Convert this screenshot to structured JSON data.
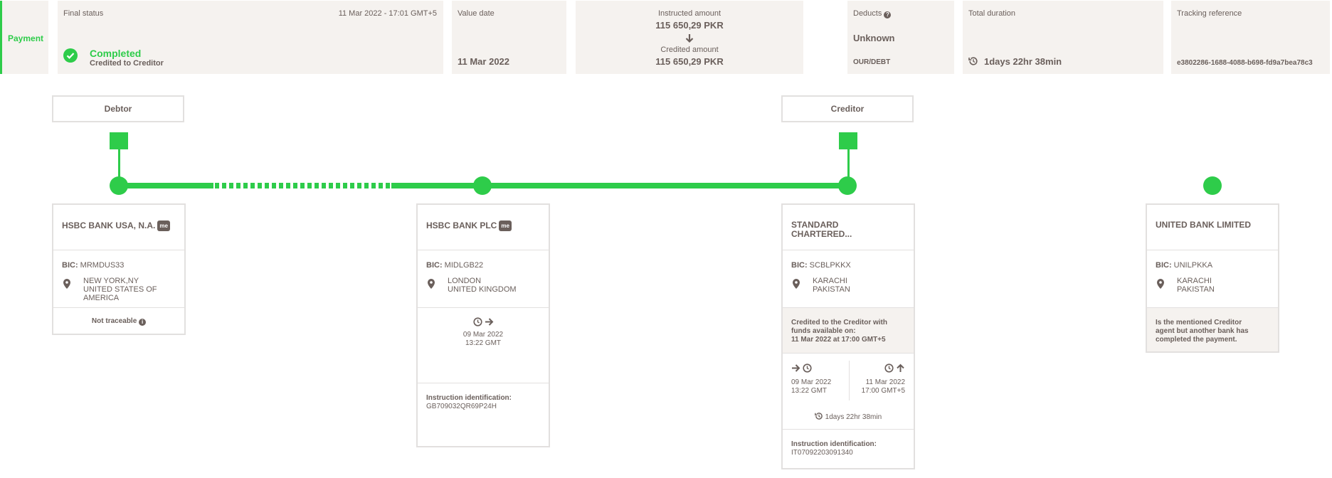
{
  "header": {
    "payment_tab": "Payment",
    "final_status": {
      "label": "Final status",
      "datetime": "11 Mar 2022 - 17:01 GMT+5",
      "status": "Completed",
      "sub": "Credited to Creditor"
    },
    "value_date": {
      "label": "Value date",
      "value": "11 Mar 2022"
    },
    "amounts": {
      "instructed_label": "Instructed amount",
      "instructed_value": "115 650,29 PKR",
      "credited_label": "Credited amount",
      "credited_value": "115 650,29 PKR"
    },
    "deducts": {
      "label": "Deducts",
      "value": "Unknown",
      "sub": "OUR/DEBT"
    },
    "duration": {
      "label": "Total duration",
      "value": "1days 22hr 38min"
    },
    "tracking": {
      "label": "Tracking reference",
      "value": "e3802286-1688-4088-b698-fd9a7bea78c3"
    }
  },
  "roles": {
    "debtor": "Debtor",
    "creditor": "Creditor"
  },
  "banks": [
    {
      "name": "HSBC BANK USA, N.A.",
      "badge": "me",
      "bic_label": "BIC:",
      "bic": "MRMDUS33",
      "address": [
        "NEW YORK,NY",
        "UNITED STATES OF",
        "AMERICA"
      ],
      "note": "Not traceable"
    },
    {
      "name": "HSBC BANK PLC",
      "badge": "me",
      "bic_label": "BIC:",
      "bic": "MIDLGB22",
      "address": [
        "LONDON",
        "UNITED KINGDOM"
      ],
      "time_date": "09 Mar 2022",
      "time_time": "13:22 GMT",
      "instr_label": "Instruction identification:",
      "instr_value": "GB709032QR69P24H"
    },
    {
      "name_line1": "STANDARD",
      "name_line2": "CHARTERED...",
      "bic_label": "BIC:",
      "bic": "SCBLPKKX",
      "address": [
        "KARACHI",
        "PAKISTAN"
      ],
      "credited_msg_1": "Credited to the Creditor with",
      "credited_msg_2": "funds available on:",
      "credited_msg_3": "11 Mar 2022 at 17:00 GMT+5",
      "in_date": "09 Mar 2022",
      "in_time": "13:22 GMT",
      "out_date": "11 Mar 2022",
      "out_time": "17:00 GMT+5",
      "duration": "1days 22hr 38min",
      "instr_label": "Instruction identification:",
      "instr_value": "IT07092203091340"
    },
    {
      "name": "UNITED BANK LIMITED",
      "bic_label": "BIC:",
      "bic": "UNILPKKA",
      "address": [
        "KARACHI",
        "PAKISTAN"
      ],
      "msg_1": "Is the mentioned Creditor",
      "msg_2": "agent but another bank has",
      "msg_3": "completed the payment."
    }
  ],
  "colors": {
    "accent": "#2ecc4a",
    "panel": "#f5f2ef",
    "text": "#6a5f5b",
    "border": "#e2e0df"
  }
}
